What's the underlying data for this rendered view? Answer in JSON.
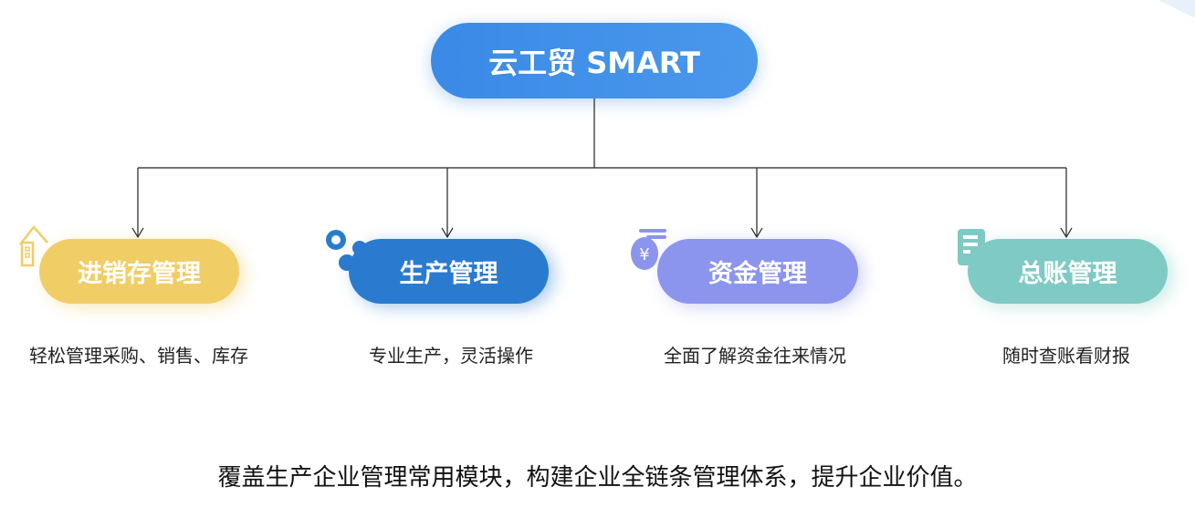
{
  "title": "云工贸 SMART",
  "modules": [
    {
      "label": "进销存管理",
      "desc": "轻松管理采购、销售、库存",
      "color": "#f1cd66",
      "icon": "house-icon"
    },
    {
      "label": "生产管理",
      "desc": "专业生产，灵活操作",
      "color": "#2a7bd0",
      "icon": "gears-icon"
    },
    {
      "label": "资金管理",
      "desc": "全面了解资金往来情况",
      "color": "#8c95ee",
      "icon": "yen-coin-icon"
    },
    {
      "label": "总账管理",
      "desc": "随时查账看财报",
      "color": "#7fcac4",
      "icon": "ledger-icon"
    }
  ],
  "summary": "覆盖生产企业管理常用模块，构建企业全链条管理体系，提升企业价值。"
}
